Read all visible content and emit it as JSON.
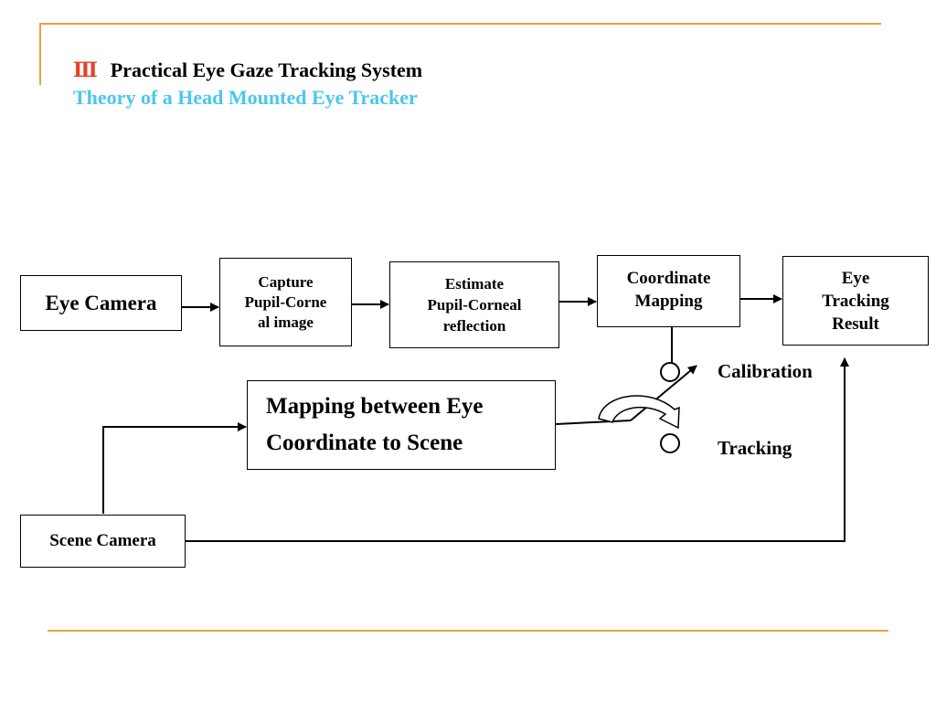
{
  "slide": {
    "numeral": "Ⅲ",
    "title": "Practical Eye Gaze Tracking System",
    "subtitle": "Theory of a Head Mounted Eye Tracker"
  },
  "diagram": {
    "eye_camera": "Eye Camera",
    "capture": "Capture\nPupil-Corne\nal image",
    "estimate": "Estimate\nPupil-Corneal\nreflection",
    "coordinate_mapping": "Coordinate\nMapping",
    "result": "Eye\nTracking\nResult",
    "mapping": "Mapping between Eye\nCoordinate to Scene",
    "scene_camera": "Scene Camera",
    "calibration": "Calibration",
    "tracking": "Tracking"
  },
  "colors": {
    "accent_rule": "#e6a43a",
    "numeral": "#e8402a",
    "subtitle": "#4cc6ee"
  }
}
